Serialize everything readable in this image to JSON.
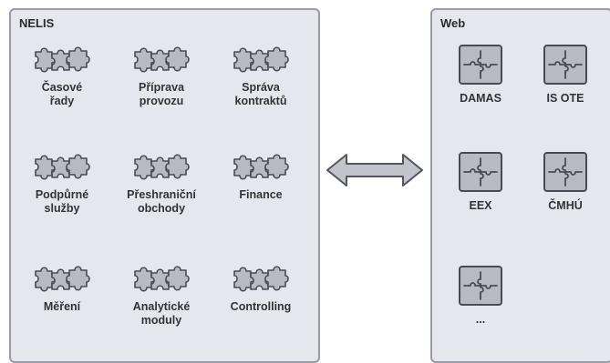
{
  "nelis": {
    "title": "NELIS",
    "modules": [
      {
        "label": "Časové\nřady"
      },
      {
        "label": "Příprava\nprovozu"
      },
      {
        "label": "Správa\nkontraktů"
      },
      {
        "label": "Podpůrné\nslužby"
      },
      {
        "label": "Přeshraniční\nobchody"
      },
      {
        "label": "Finance"
      },
      {
        "label": "Měření"
      },
      {
        "label": "Analytické\nmoduly"
      },
      {
        "label": "Controlling"
      }
    ]
  },
  "web": {
    "title": "Web",
    "services": [
      {
        "label": "DAMAS"
      },
      {
        "label": "IS OTE"
      },
      {
        "label": "EEX"
      },
      {
        "label": "ČMHÚ"
      },
      {
        "label": "..."
      }
    ]
  },
  "connector": {
    "icon": "double-arrow-icon"
  },
  "colors": {
    "panel_bg": "#e6e6ef",
    "panel_border": "#9a9aa8",
    "puzzle_fill": "#b9b9c3",
    "puzzle_outline": "#4a4a52"
  }
}
